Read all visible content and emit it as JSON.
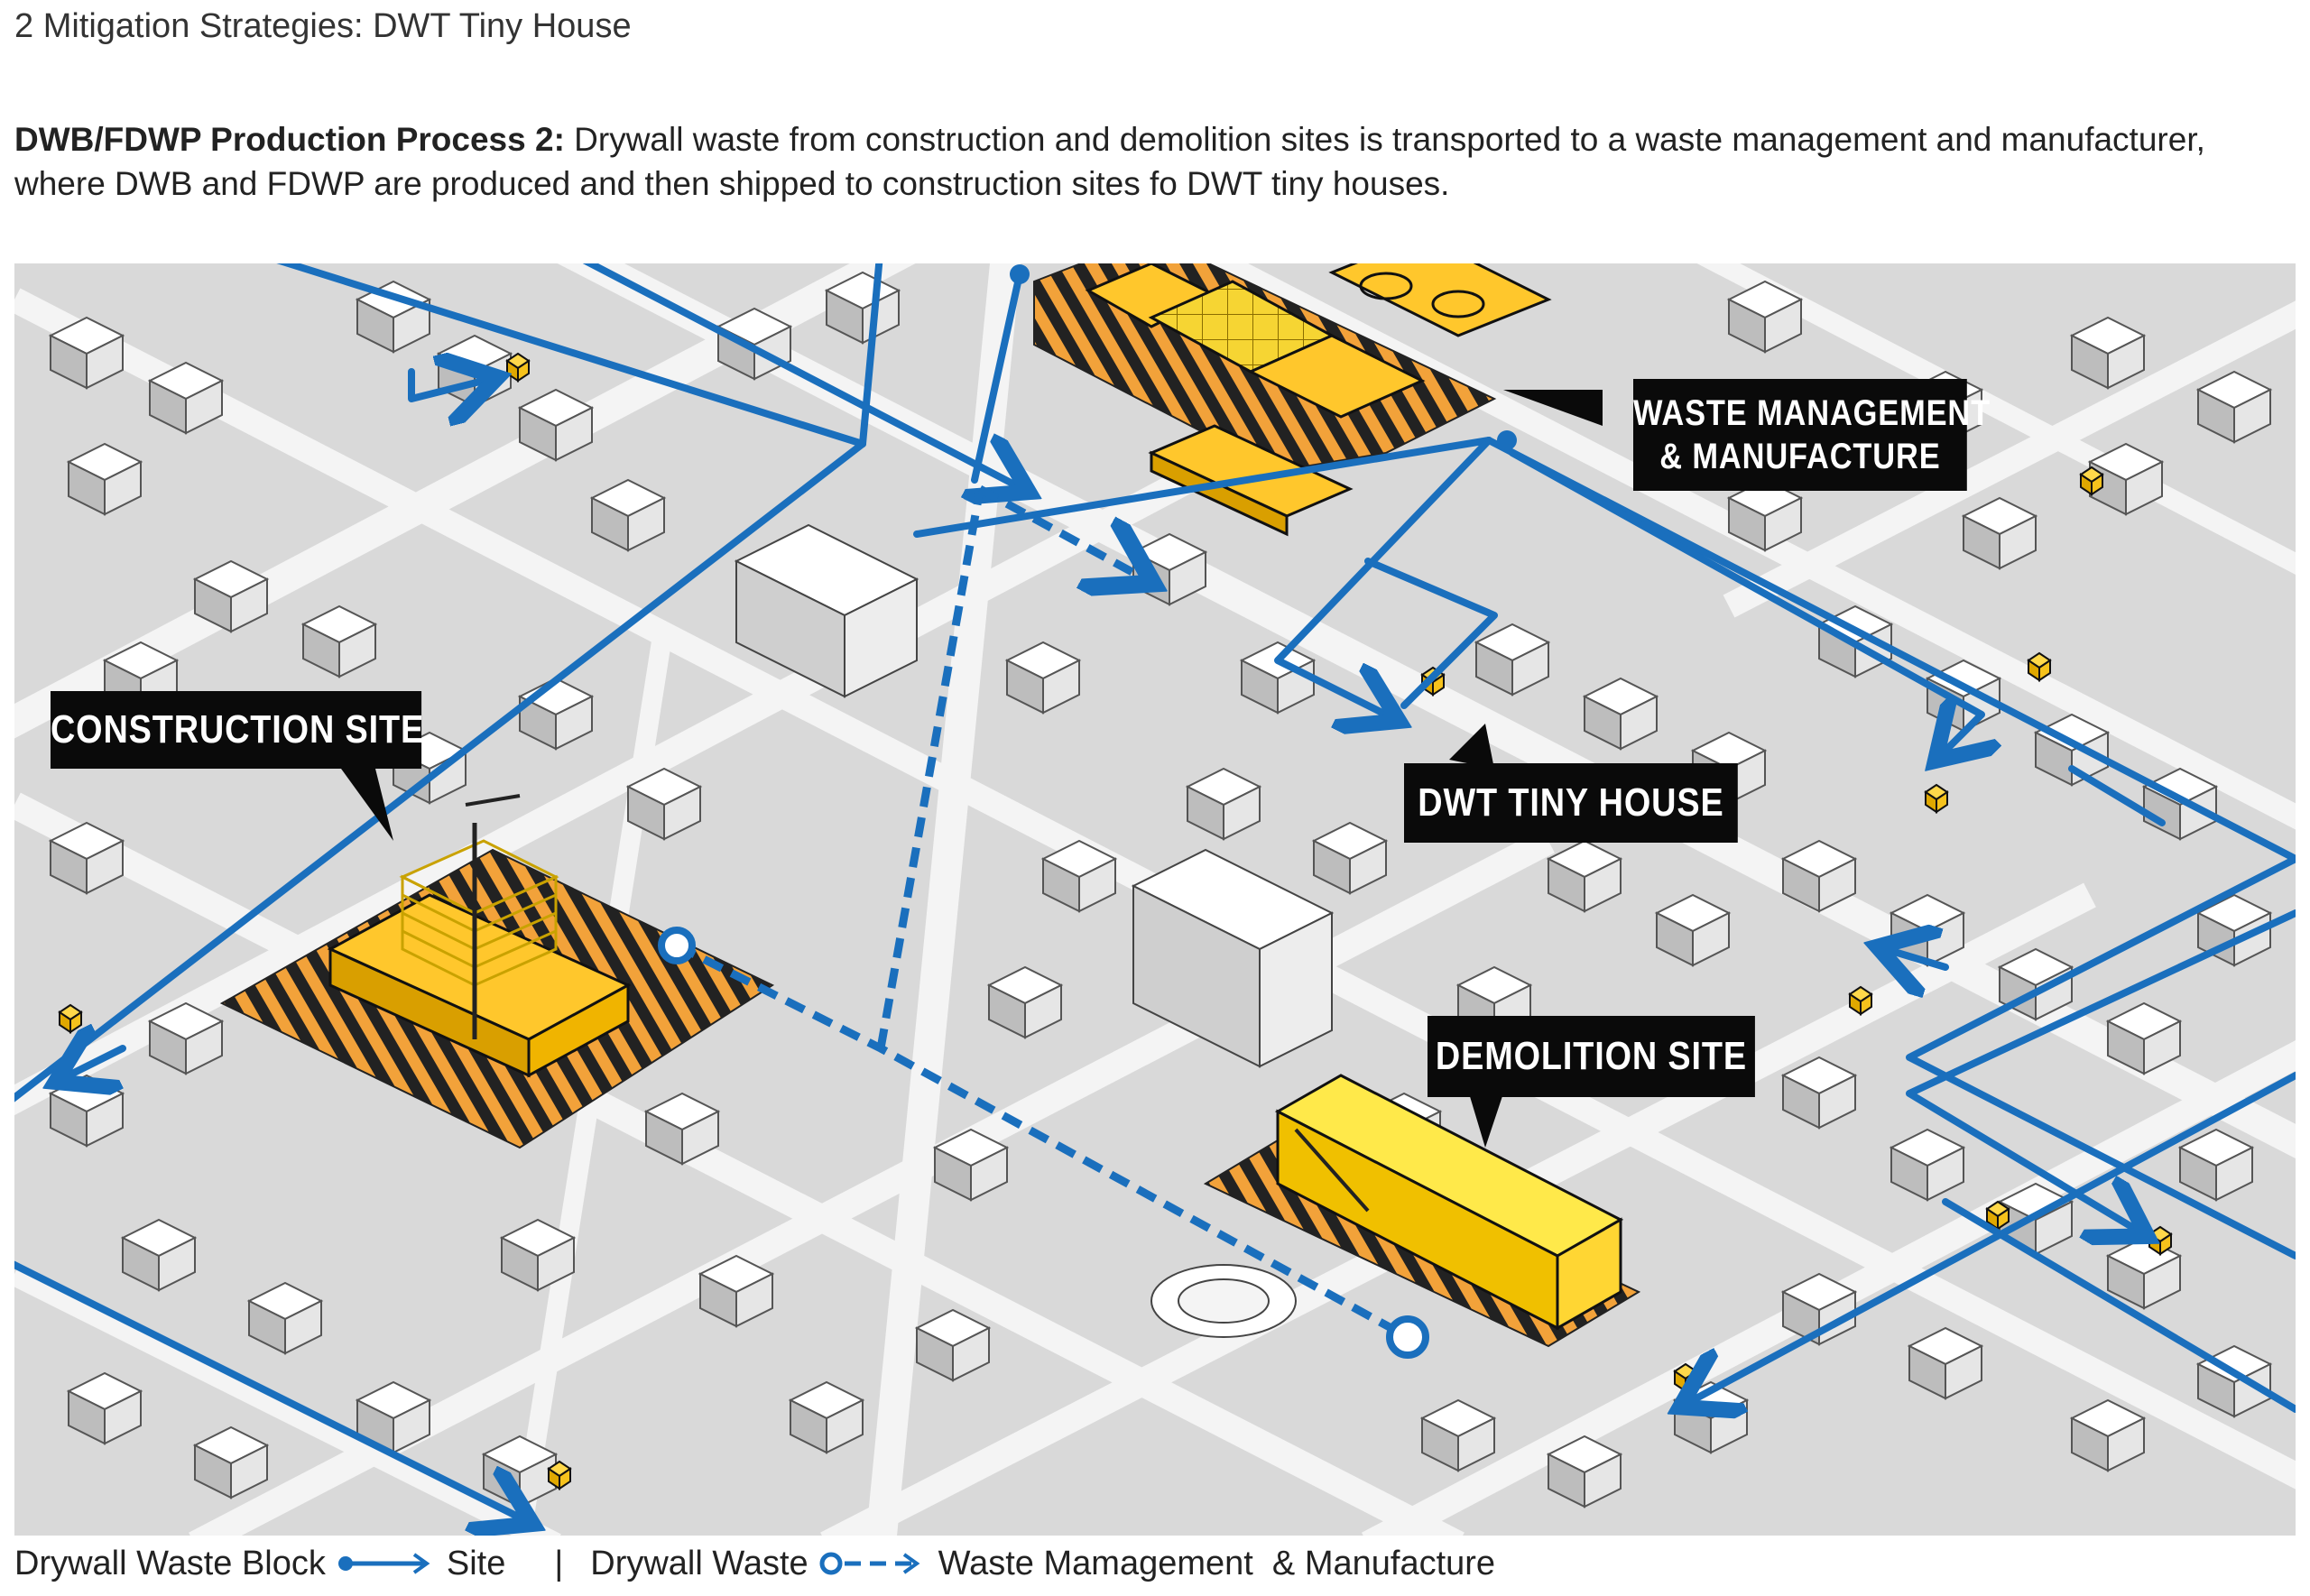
{
  "header": {
    "section_title": "2 Mitigation Strategies: DWT Tiny House",
    "intro_bold": "DWB/FDWP Production Process 2:",
    "intro_text": " Drywall waste from construction and demolition sites is transported to a waste management and manufacturer, where DWB and FDWP are produced and then shipped to construction sites fo DWT tiny houses."
  },
  "map": {
    "labels": {
      "waste_management_line1": "WASTE MANAGEMENT",
      "waste_management_line2": "& MANUFACTURE",
      "construction_site": "CONSTRUCTION SITE",
      "dwt_tiny_house": "DWT TINY HOUSE",
      "demolition_site": "DEMOLITION SITE"
    },
    "colors": {
      "route_blue": "#1a6fbd",
      "site_yellow": "#f6c21c",
      "hatch_orange": "#e48a1e",
      "street_white": "#f4f4f4",
      "block_gray": "#d9d9d9",
      "label_black": "#0a0a0a"
    }
  },
  "legend": {
    "item1_label": "Drywall Waste Block",
    "item1_target": "Site",
    "separator": "|",
    "item2_label": "Drywall Waste",
    "item2_target": "Waste Mamagement  & Manufacture"
  }
}
